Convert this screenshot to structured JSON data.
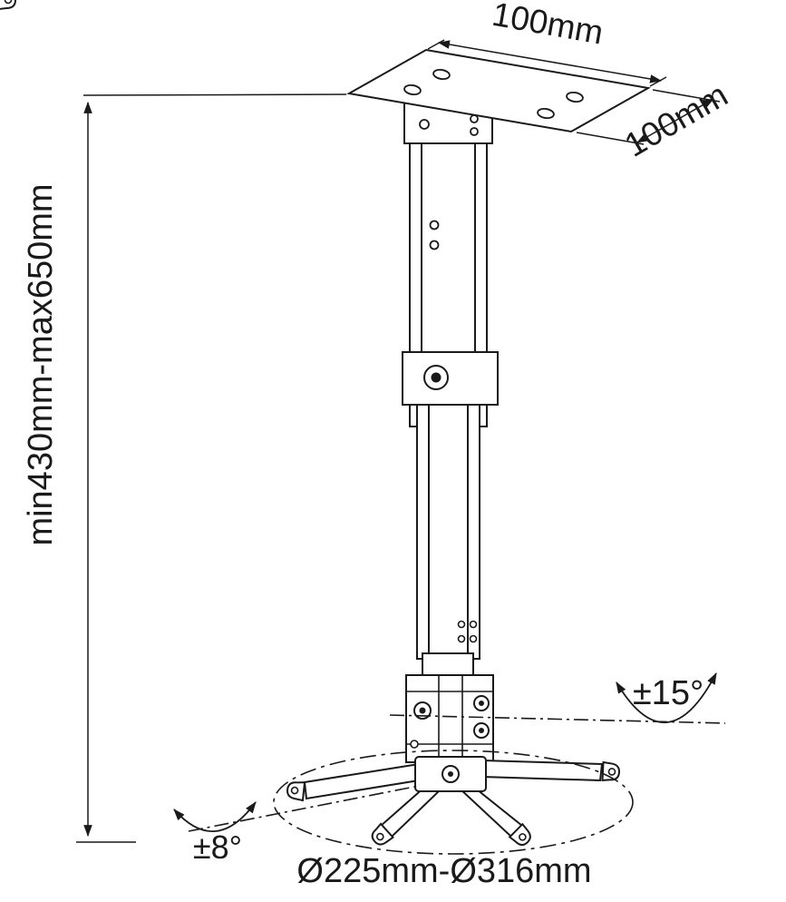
{
  "diagram": {
    "kind": "projector-ceiling-mount-technical-drawing",
    "dimensions": {
      "plate_width": "100mm",
      "plate_depth": "100mm",
      "height_range": "min430mm-max650mm",
      "base_diameter": "Ø225mm-Ø316mm"
    },
    "angles": {
      "tilt": "±15°",
      "rotation": "±8°"
    },
    "colors": {
      "line": "#1a1a1a",
      "background": "#ffffff"
    }
  }
}
